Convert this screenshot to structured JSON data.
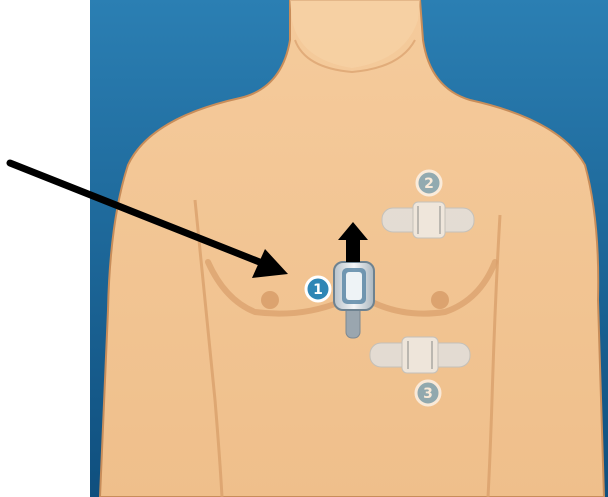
{
  "diagram": {
    "colors": {
      "background_blue": "#1b6a9e",
      "background_blue_dark": "#0f4f7e",
      "skin": "#f2c493",
      "skin_shadow": "#d9a06c",
      "outline": "#c88d5a",
      "badge_blue": "#2f86b5",
      "device_gray": "#cfd6dc",
      "arrow": "#000000"
    },
    "markers": [
      {
        "id": "marker-1",
        "label": "1",
        "active": true
      },
      {
        "id": "marker-2",
        "label": "2",
        "active": false
      },
      {
        "id": "marker-3",
        "label": "3",
        "active": false
      }
    ],
    "icons": [
      "pointer-arrow-icon",
      "up-arrow-icon",
      "ecg-monitor-device-icon",
      "electrode-patch-icon"
    ]
  }
}
